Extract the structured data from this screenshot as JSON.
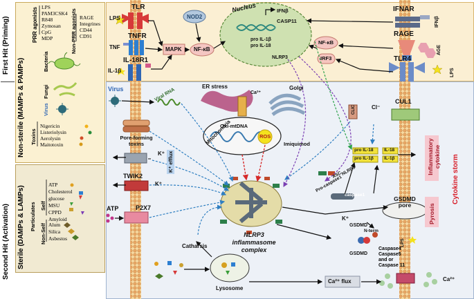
{
  "hits": {
    "first": "First Hit (Priming)",
    "second": "Second Hit (Activation)"
  },
  "left_panel": {
    "nonsterile_title": "Non-sterile (MAMPs & PAMPs)",
    "sterile_title": "Sterile (DAMPs & LAMPs)",
    "prr_label": "PRR agonists",
    "prr_items": [
      "LPS",
      "PAM3CSK4",
      "R848",
      "Zymosan",
      "CpG",
      "MDP"
    ],
    "nonprr_label": "Non-PRR agonists",
    "nonprr_items": [
      "RAGE",
      "Integrines",
      "CD44",
      "CD91"
    ],
    "bacteria": "Bacteria",
    "fungi": "Fungi",
    "virus": "Virus",
    "toxins": "Toxins",
    "toxin_items": [
      "Nigericin",
      "Listeriolysin",
      "Aerolysin",
      "Maitotoxin"
    ],
    "particulates": "Particulates",
    "self": "Self",
    "nonself": "Non-Self",
    "self_items": [
      "ATP",
      "Cholesterol",
      "glucose",
      "MSU",
      "CPPD",
      "Amyloid"
    ],
    "nonself_items": [
      "Alum",
      "Silica",
      "Asbestos"
    ]
  },
  "priming": {
    "lps": "LPS",
    "tlr": "TLR",
    "tnf": "TNF",
    "tnfr": "TNFR",
    "il1b": "IL-1β",
    "il18r1": "IL-18R1",
    "mapk": "MAPK",
    "nfkb": "NF-κB",
    "nod2": "NOD2",
    "nucleus": "Nucleus",
    "ifnb": "IFNβ",
    "casp11": "CASP11",
    "pro_il1b": "pro IL-1β",
    "pro_il18": "pro IL-18",
    "nlrp3": "NLRP3",
    "ifnar": "IFNAR",
    "ifnb_right": "IFNβ",
    "rage": "RAGE",
    "age": "AGE",
    "tlr4": "TLR4",
    "lps_right": "LPS",
    "nfkb_right": "NF-κB",
    "irf3": "IRF3"
  },
  "activation": {
    "virus": "Virus",
    "viral_rna": "Viral RNA",
    "pore_toxins": "Pore-forming toxins",
    "k_plus": "K⁺",
    "k_efflux": "K⁺ efflux",
    "twik2": "TWIK2",
    "atp": "ATP",
    "p2x7": "P2X7",
    "er_stress": "ER stress",
    "golgi": "Golgi",
    "mitochondria": "Mitochondria",
    "oxi_mtdna": "Oxi-mtDNA",
    "ca2_top": "Ca²⁺",
    "ros": "ROS",
    "imiquimod": "Imiquimod",
    "inflammasome": "NLRP3 inflammasome complex",
    "catharsis": "Catharsis",
    "lysosome": "Lysosome",
    "cl_minus": "Cl⁻",
    "clic": "CLIC",
    "cul1": "CUL1",
    "pro_il18b": "pro IL-18",
    "pro_il1bb": "pro IL-1β",
    "il18": "IL-18",
    "il1b": "IL-1β",
    "nlrp3": "NLRP3",
    "asc": "ASC",
    "procaspase1": "Pro-caspase1",
    "caspase1": "caspase1",
    "inflammatory_cytokine": "Inflammatory cytokine",
    "cytokine_storm": "Cytokine storm",
    "gsdmd_pore": "GSDMD pore",
    "pyrosis": "Pyrosis",
    "k_plus_right": "K⁺",
    "gsdmd": "GSDMD",
    "n_term": "N-term",
    "gsdmd2": "GSDMD",
    "lps": "LPS",
    "caspases": [
      "Caspase4",
      "Caspase5",
      "and or",
      "Caspase 11"
    ],
    "ca_flux": "Ca²⁺ flux",
    "ca2_right": "Ca²⁺"
  },
  "colors": {
    "priming_bg": "#fbefd3",
    "activation_bg": "#edf1f7",
    "left_nonsterile_bg": "#fbf1d2",
    "left_sterile_bg": "#f1ead2",
    "nucleus": "#cfe1b1",
    "nfkb": "#f4c6c2",
    "cytokine_box": "#f6c8cf",
    "pyrosis_box": "#f6c8cf",
    "storm_text": "#d81f2a"
  }
}
